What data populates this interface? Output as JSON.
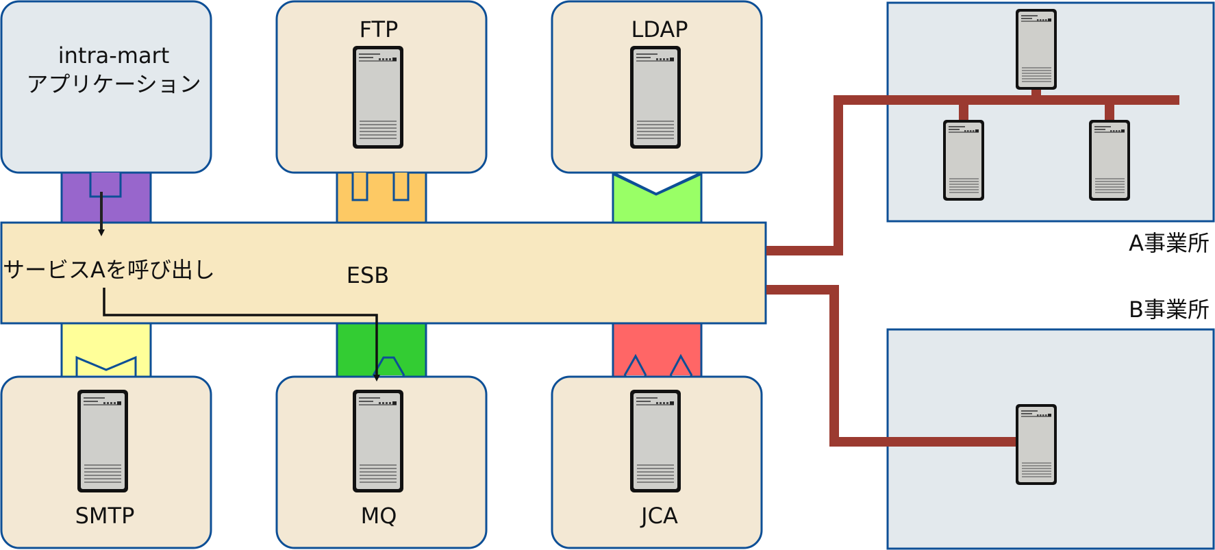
{
  "labels": {
    "app_line1": "intra-mart",
    "app_line2": "アプリケーション",
    "ftp": "FTP",
    "ldap": "LDAP",
    "esb": "ESB",
    "call_service": "サービスAを呼び出し",
    "smtp": "SMTP",
    "mq": "MQ",
    "jca": "JCA",
    "site_a": "A事業所",
    "site_b": "B事業所"
  },
  "colors": {
    "box_fill": "#f3e8d4",
    "app_fill": "#e3e9ed",
    "border": "#0d4f96",
    "esb_fill": "#f8e8c0",
    "site_fill": "#e3e9ed",
    "network": "#9b3a30",
    "adapter_app": "#9866cc",
    "adapter_ftp": "#fdc964",
    "adapter_ldap": "#99ff66",
    "adapter_smtp": "#ffff99",
    "adapter_mq": "#33cc33",
    "adapter_jca": "#ff6666",
    "server_body": "#cfcfcb",
    "server_outline": "#111111"
  },
  "icons": [
    "server-icon"
  ]
}
